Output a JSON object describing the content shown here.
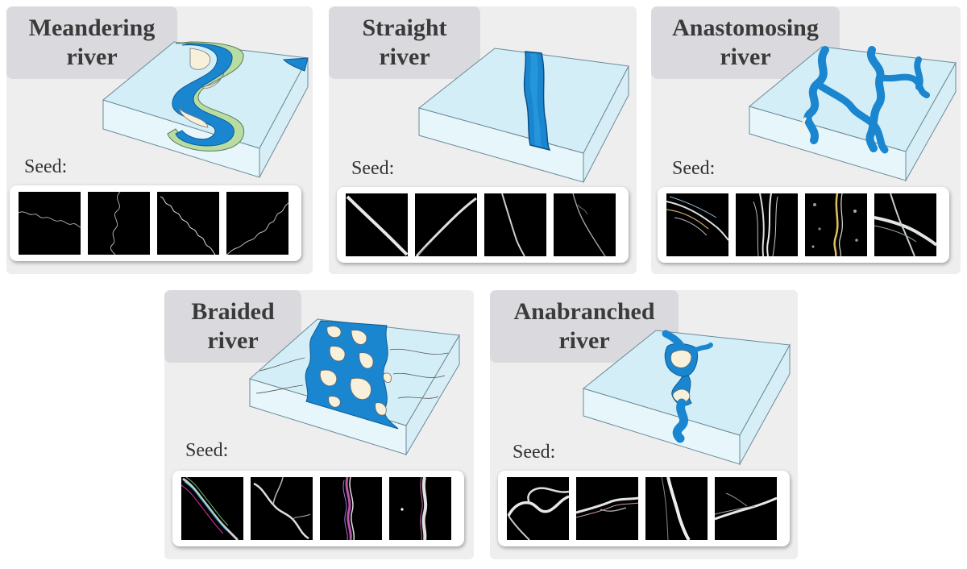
{
  "panels": [
    {
      "id": "meandering",
      "title_line1": "Meandering",
      "title_line2": "river",
      "seed_label": "Seed:"
    },
    {
      "id": "straight",
      "title_line1": "Straight",
      "title_line2": "river",
      "seed_label": "Seed:"
    },
    {
      "id": "anastomosing",
      "title_line1": "Anastomosing",
      "title_line2": "river",
      "seed_label": "Seed:"
    },
    {
      "id": "braided",
      "title_line1": "Braided",
      "title_line2": "river",
      "seed_label": "Seed:"
    },
    {
      "id": "anabranched",
      "title_line1": "Anabranched",
      "title_line2": "river",
      "seed_label": "Seed:"
    }
  ],
  "colors": {
    "panel_bg": "#eeeeef",
    "title_bg": "#dadade",
    "block_top": "#d4eef7",
    "block_side": "#e6f6fb",
    "water": "#1a86d0",
    "sand_bar": "#f7f1dc",
    "floodplain": "#b9dca2",
    "seed_bg": "#000000"
  }
}
